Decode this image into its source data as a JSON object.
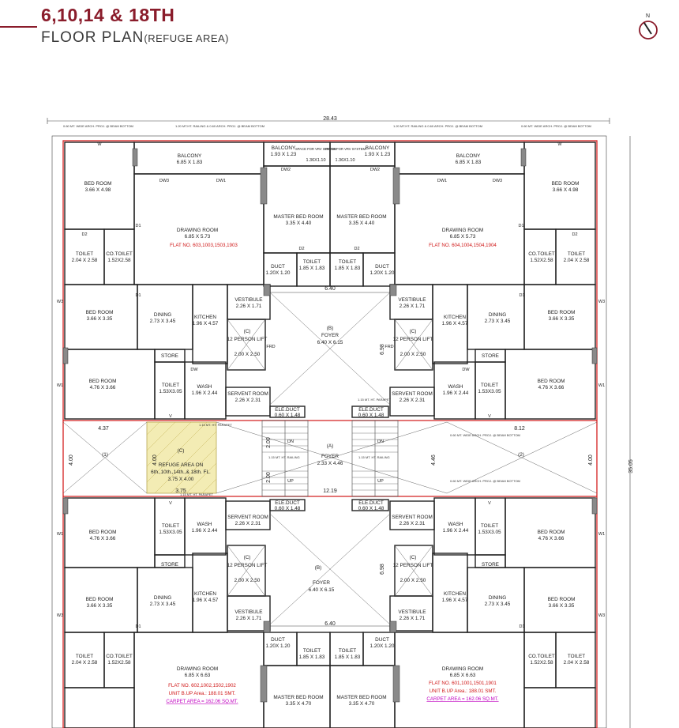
{
  "header": {
    "title": "6,10,14 & 18TH",
    "subtitle": "FLOOR PLAN",
    "subtitle_note": "(REFUGE AREA)"
  },
  "compass": {
    "label": "N"
  },
  "dims": {
    "overall_width": "28.43",
    "overall_height": "35.05",
    "left_4_37": "4.37",
    "right_8_12": "8.12",
    "mid_4_00_l": "4.00",
    "mid_4_00_r": "4.00",
    "mid_12_19": "12.19",
    "foyer_top": "6.40",
    "foyer_bot": "6.40",
    "refuge_3_75": "3.75",
    "refuge_4_00": "4.00",
    "stair_2_00": "2.00",
    "stair_2_00b": "2.00",
    "lift_6_98": "6.98",
    "lift_6_98b": "6.98",
    "stair_4_46": "4.46"
  },
  "notes": {
    "top_left": "0.60 MT. WIDE ARCH. PROJ. @ BEAM BOTTOM",
    "top_mid_left": "1.20 MT.HT. RAILING & 0.60 ARCH. PROJ. @ BEAM BOTTOM",
    "top_mid_right": "1.20 MT.HT. RAILING & 0.60 ARCH. PROJ. @ BEAM BOTTOM",
    "top_right": "0.60 MT. WIDE ARCH. PROJ. @ BEAM BOTTOM",
    "parapet": "1.15 MT. HT. PARAPET",
    "railing": "1.15 MT. HT. RAILING",
    "beam_proj": "0.60 MT. WIDE ARCH. PROJ. @ BEAM BOTTOM"
  },
  "rooms": {
    "balcony_tl": "BALCONY",
    "balcony_tl_d": "6.85 X 1.83",
    "balcony_cl": "BALCONY",
    "balcony_cl_d": "1.93 X 1.23",
    "balcony_cr": "BALCONY",
    "balcony_cr_d": "1.93 X 1.23",
    "balcony_tr": "BALCONY",
    "balcony_tr_d": "6.85 X 1.83",
    "vrv_l": "SPACE FOR VRV SYSTEM",
    "vrv_l_d": "1.36X1.10",
    "vrv_r": "SPACE FOR VRV SYSTEM",
    "vrv_r_d": "1.36X1.10",
    "bed_tl": "BED ROOM",
    "bed_tl_d": "3.66 X 4.98",
    "bed_tr": "BED ROOM",
    "bed_tr_d": "3.66 X 4.98",
    "draw_tl": "DRAWING ROOM",
    "draw_tl_d": "6.85 X 5.73",
    "flat_tl": "FLAT NO. 603,1003,1503,1903",
    "draw_tr": "DRAWING ROOM",
    "draw_tr_d": "6.85 X 5.73",
    "flat_tr": "FLAT NO. 604,1004,1504,1904",
    "mbed_tl": "MASTER BED ROOM",
    "mbed_tl_d": "3.35 X 4.40",
    "mbed_tr": "MASTER BED ROOM",
    "mbed_tr_d": "3.35 X 4.40",
    "toilet_tl": "TOILET",
    "toilet_tl_d": "2.04 X 2.58",
    "cotoilet_tl": "CO.TOILET",
    "cotoilet_tl_d": "1.52X2.58",
    "cotoilet_tr": "CO.TOILET",
    "cotoilet_tr_d": "1.52X2.58",
    "toilet_tr": "TOILET",
    "toilet_tr_d": "2.04 X 2.58",
    "toilet_cl": "TOILET",
    "toilet_cl_d": "1.85 X 1.83",
    "toilet_cr": "TOILET",
    "toilet_cr_d": "1.85 X 1.83",
    "duct_tl": "DUCT",
    "duct_tl_d": "1.20X 1.20",
    "duct_tr": "DUCT",
    "duct_tr_d": "1.20X 1.20",
    "bed2_tl": "BED ROOM",
    "bed2_tl_d": "3.66 X 3.35",
    "bed2_tr": "BED ROOM",
    "bed2_tr_d": "3.66 X 3.35",
    "dining_tl": "DINING",
    "dining_tl_d": "2.73 X 3.45",
    "dining_tr": "DINING",
    "dining_tr_d": "2.73 X 3.45",
    "kitchen_tl": "KITCHEN",
    "kitchen_tl_d": "1.96 X 4.57",
    "kitchen_tr": "KITCHEN",
    "kitchen_tr_d": "1.96 X 4.57",
    "vest_tl": "VESTIBULE",
    "vest_tl_d": "2.26 X 1.71",
    "vest_tr": "VESTIBULE",
    "vest_tr_d": "2.26 X 1.71",
    "foyer_b_top": "(B)",
    "foyer_top": "FOYER",
    "foyer_top_d": "6.40 X 6.15",
    "lift_tl": "12 PERSON LIFT",
    "lift_tl_d": "2.00 X 2.50",
    "lift_tl_c": "(C)",
    "lift_tr": "12 PERSON LIFT",
    "lift_tr_d": "2.00 X 2.50",
    "lift_tr_c": "(C)",
    "store_tl": "STORE",
    "store_tr": "STORE",
    "bed3_tl": "BED ROOM",
    "bed3_tl_d": "4.76 X 3.66",
    "bed3_tr": "BED ROOM",
    "bed3_tr_d": "4.76 X 3.66",
    "toilet3_tl": "TOILET",
    "toilet3_tl_d": "1.53X3.05",
    "toilet3_tr": "TOILET",
    "toilet3_tr_d": "1.53X3.05",
    "wash_tl": "WASH",
    "wash_tl_d": "1.96 X 2.44",
    "wash_tr": "WASH",
    "wash_tr_d": "1.96 X 2.44",
    "serv_tl": "SERVENT ROOM",
    "serv_tl_d": "2.26 X 2.31",
    "serv_tr": "SERVENT ROOM",
    "serv_tr_d": "2.26 X 2.31",
    "educt_tl": "ELE.DUCT",
    "educt_tl_d": "0.60 X 1.48",
    "educt_tr": "ELE.DUCT",
    "educt_tr_d": "0.60 X 1.48",
    "refuge_c": "(C)",
    "refuge": "REFUGE AREA ON",
    "refuge_fl": "6th.,10th.,14th.,& 18th. FL.",
    "refuge_d": "3.75 X 4.00",
    "foyer_a": "(A)",
    "foyer_mid": "FOYER",
    "foyer_mid_d": "2.33 X 4.46",
    "void_1": "(1)",
    "void_2": "(2)",
    "bed3_bl": "BED ROOM",
    "bed3_bl_d": "4.76 X 3.66",
    "bed3_br": "BED ROOM",
    "bed3_br_d": "4.76 X 3.66",
    "toilet3_bl": "TOILET",
    "toilet3_bl_d": "1.53X3.05",
    "toilet3_br": "TOILET",
    "toilet3_br_d": "1.53X3.05",
    "wash_bl": "WASH",
    "wash_bl_d": "1.96 X 2.44",
    "wash_br": "WASH",
    "wash_br_d": "1.96 X 2.44",
    "serv_bl": "SERVENT ROOM",
    "serv_bl_d": "2.26 X 2.31",
    "serv_br": "SERVENT ROOM",
    "serv_br_d": "2.26 X 2.31",
    "educt_bl": "ELE.DUCT",
    "educt_bl_d": "0.60 X 1.48",
    "educt_br": "ELE.DUCT",
    "educt_br_d": "0.60 X 1.48",
    "store_bl": "STORE",
    "store_br": "STORE",
    "lift_bl": "12 PERSON LIFT",
    "lift_bl_d": "2.00 X 2.50",
    "lift_bl_c": "(C)",
    "lift_br": "12 PERSON LIFT",
    "lift_br_d": "2.00 X 2.50",
    "lift_br_c": "(C)",
    "foyer_b_bot": "(B)",
    "foyer_bot": "FOYER",
    "foyer_bot_d": "6.40 X 6.15",
    "bed2_bl": "BED ROOM",
    "bed2_bl_d": "3.66 X 3.35",
    "bed2_br": "BED ROOM",
    "bed2_br_d": "3.66 X 3.35",
    "dining_bl": "DINING",
    "dining_bl_d": "2.73 X 3.45",
    "dining_br": "DINING",
    "dining_br_d": "2.73 X 3.45",
    "kitchen_bl": "KITCHEN",
    "kitchen_bl_d": "1.96 X 4.57",
    "kitchen_br": "KITCHEN",
    "kitchen_br_d": "1.96 X 4.57",
    "vest_bl": "VESTIBULE",
    "vest_bl_d": "2.26 X 1.71",
    "vest_br": "VESTIBULE",
    "vest_br_d": "2.26 X 1.71",
    "toilet_bl": "TOILET",
    "toilet_bl_d": "2.04 X 2.58",
    "cotoilet_bl": "CO.TOILET",
    "cotoilet_bl_d": "1.52X2.58",
    "cotoilet_br": "CO.TOILET",
    "cotoilet_br_d": "1.52X2.58",
    "toilet_br": "TOILET",
    "toilet_br_d": "2.04 X 2.58",
    "duct_bl": "DUCT",
    "duct_bl_d": "1.20X 1.20",
    "duct_br": "DUCT",
    "duct_br_d": "1.20X 1.20",
    "toilet_cbl": "TOILET",
    "toilet_cbl_d": "1.85 X 1.83",
    "toilet_cbr": "TOILET",
    "toilet_cbr_d": "1.85 X 1.83",
    "draw_bl": "DRAWING ROOM",
    "draw_bl_d": "6.85 X 6.63",
    "flat_bl": "FLAT NO. 602,1002,1502,1902",
    "bup_bl": "UNIT B.UP Area.: 188.01 SMT.",
    "carpet_bl": "CARPET AREA = 162.06 SQ.MT.",
    "draw_br": "DRAWING ROOM",
    "draw_br_d": "6.85 X 6.63",
    "flat_br": "FLAT NO. 601,1001,1501,1901",
    "bup_br": "UNIT B.UP Area.: 188.01 SMT.",
    "carpet_br": "CARPET AREA = 162.06 SQ.MT.",
    "mbed_bl": "MASTER BED ROOM",
    "mbed_bl_d": "3.35 X 4.70",
    "mbed_br": "MASTER BED ROOM",
    "mbed_br_d": "3.35 X 4.70"
  },
  "marks": {
    "w": "W",
    "w1": "W1",
    "w3": "W3",
    "d1": "D1",
    "d2": "D2",
    "dw": "DW",
    "dw1": "DW1",
    "dw2": "DW2",
    "dw3": "DW3",
    "frd": "FRD",
    "dn": "DN",
    "up": "UP",
    "v": "V",
    "d": "D",
    "v10": ".10"
  }
}
